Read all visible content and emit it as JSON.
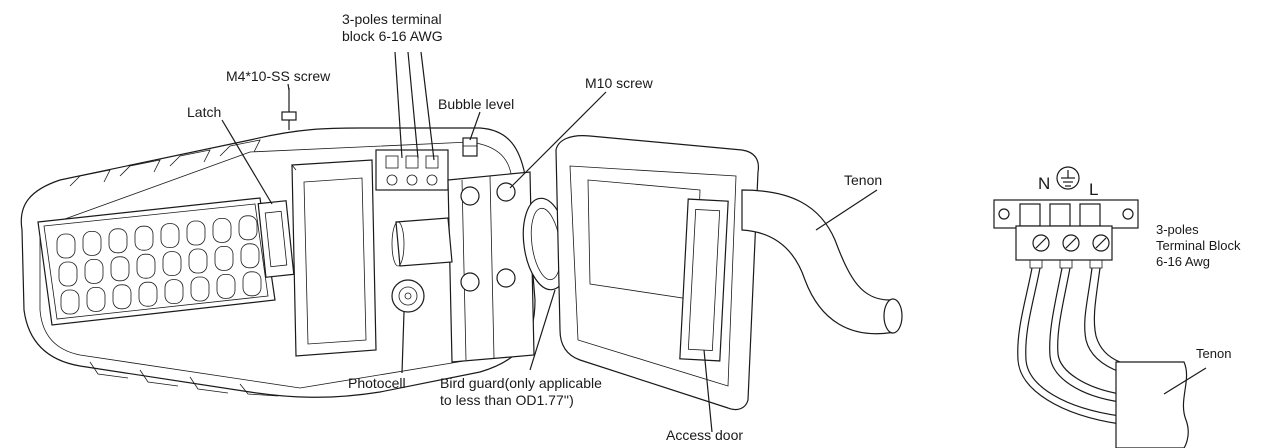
{
  "labels": {
    "terminal_block": "3-poles terminal\nblock 6-16 AWG",
    "screw_m4": "M4*10-SS screw",
    "m10_screw": "M10 screw",
    "bubble_level": "Bubble level",
    "latch": "Latch",
    "tenon_main": "Tenon",
    "photocell": "Photocell",
    "bird_guard": "Bird guard(only applicable\nto less than OD1.77'')",
    "access_door": "Access door"
  },
  "detail": {
    "neutral": "N",
    "line": "L",
    "terminal_block": "3-poles\nTerminal Block\n6-16 Awg",
    "tenon": "Tenon"
  },
  "icons": {
    "ground": "ground-symbol-icon"
  }
}
